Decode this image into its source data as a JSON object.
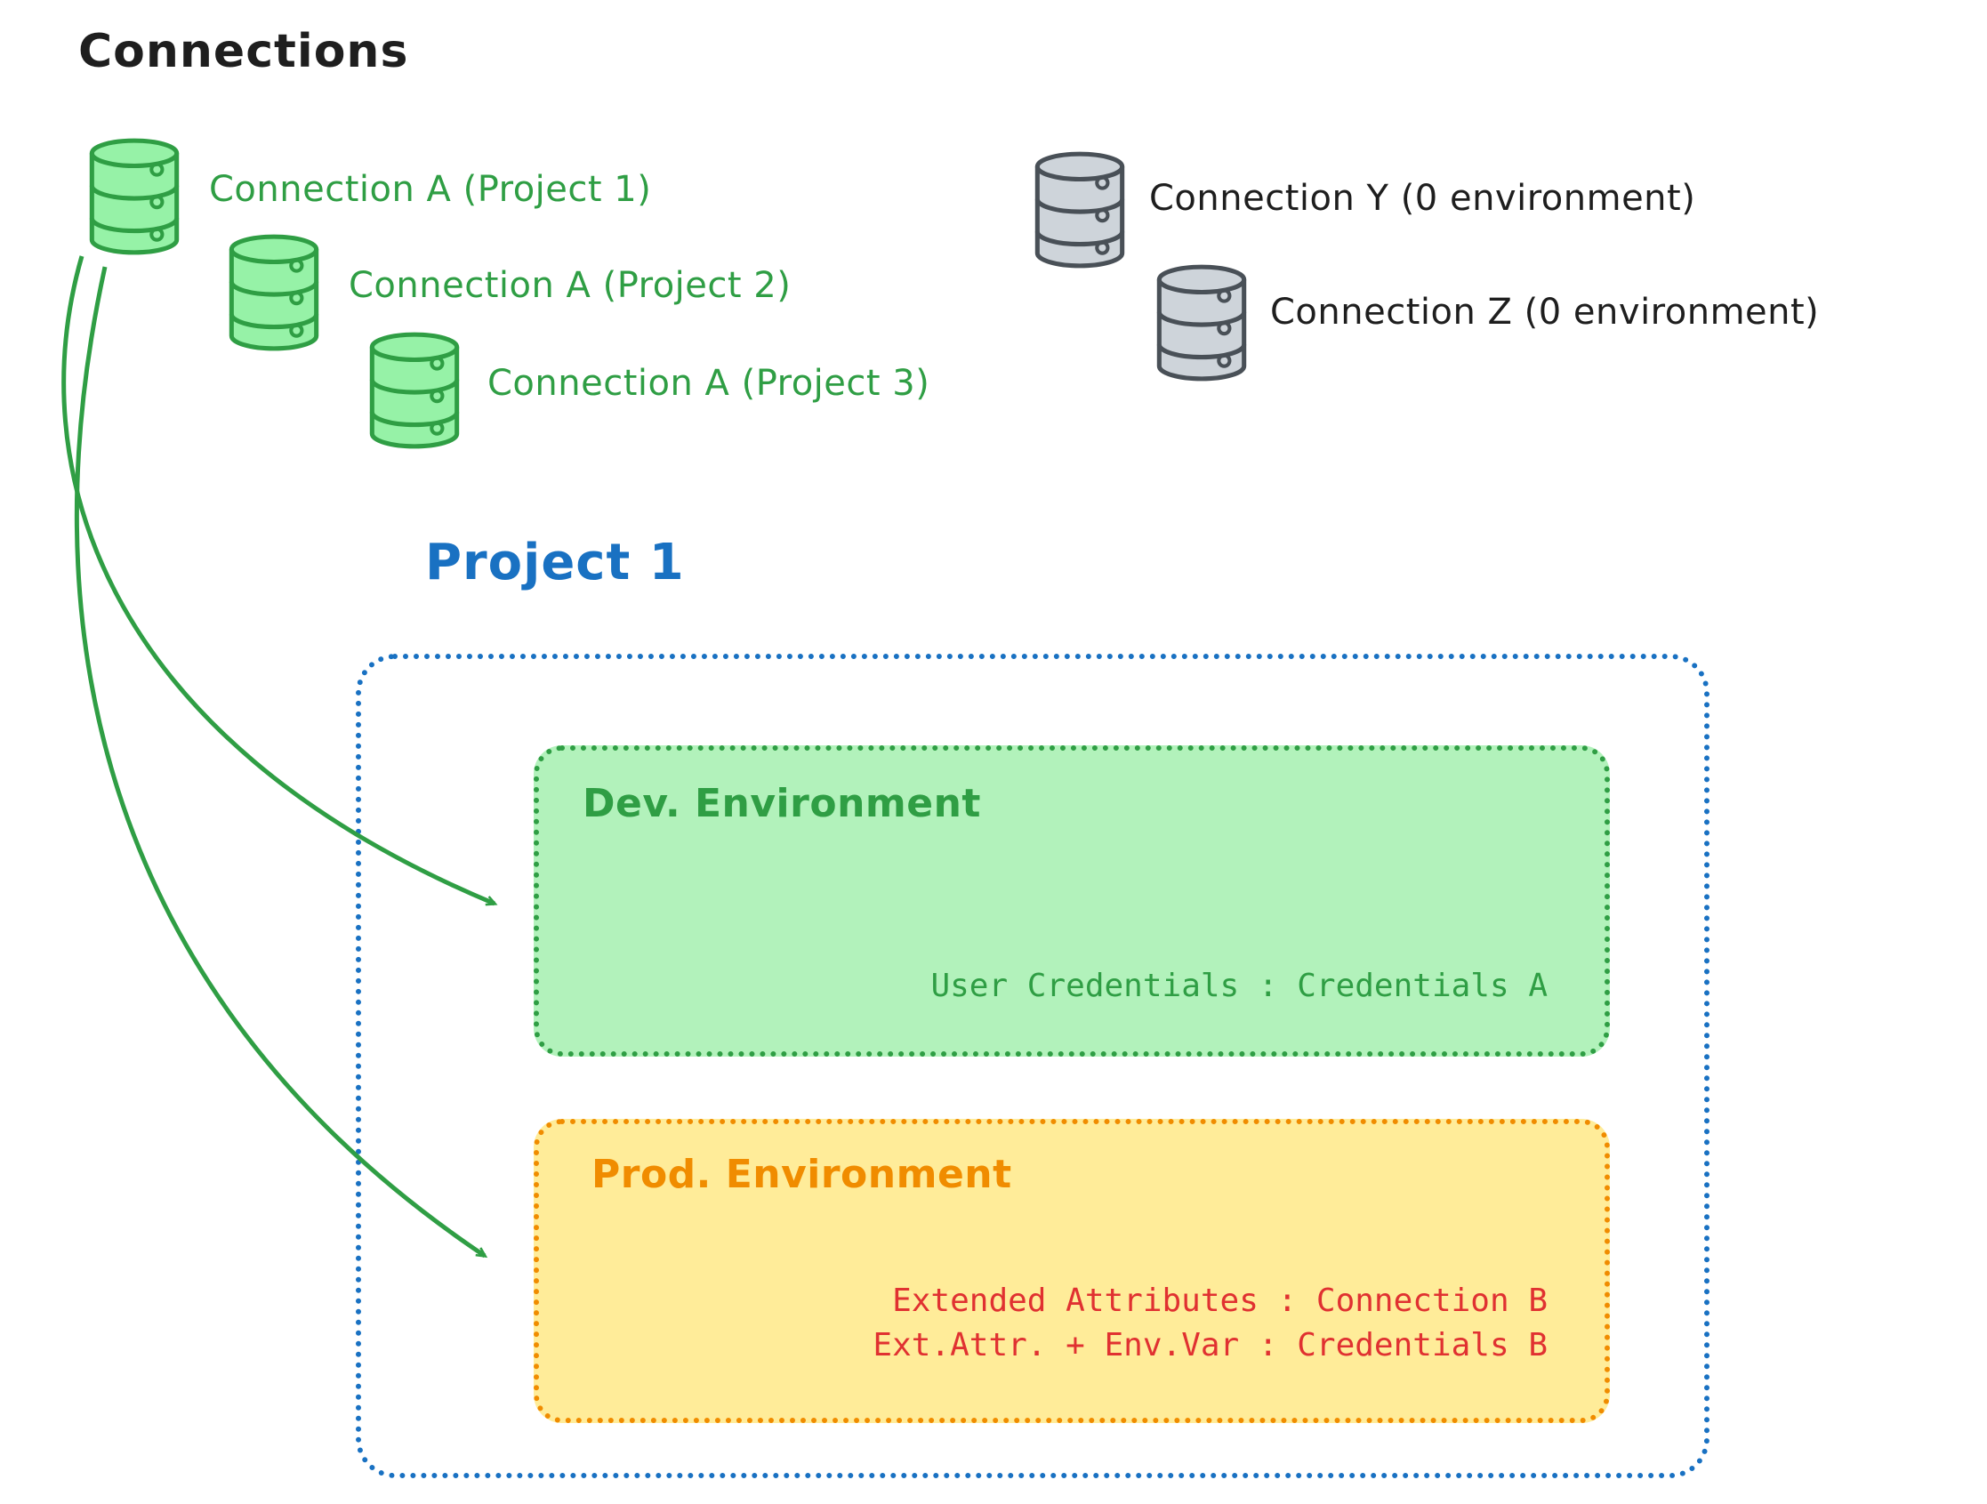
{
  "title": "Connections",
  "green_connections": [
    {
      "label": "Connection A (Project 1)"
    },
    {
      "label": "Connection A (Project 2)"
    },
    {
      "label": "Connection A (Project 3)"
    }
  ],
  "gray_connections": [
    {
      "label": "Connection Y (0 environment)"
    },
    {
      "label": "Connection Z (0 environment)"
    }
  ],
  "project": {
    "title": "Project 1",
    "dev_environment": {
      "title": "Dev. Environment",
      "credentials": "User Credentials : Credentials A"
    },
    "prod_environment": {
      "title": "Prod. Environment",
      "line1": "Extended Attributes : Connection B",
      "line2": "Ext.Attr. + Env.Var : Credentials B"
    }
  },
  "colors": {
    "green": "#2f9e44",
    "green_fill": "#96f2a7",
    "env_green_fill": "#b2f2bb",
    "blue": "#1971c2",
    "orange": "#f08c00",
    "orange_fill": "#ffec99",
    "red": "#e03131",
    "gray": "#495057",
    "gray_fill": "#ced4da",
    "text": "#1e1e1e"
  }
}
